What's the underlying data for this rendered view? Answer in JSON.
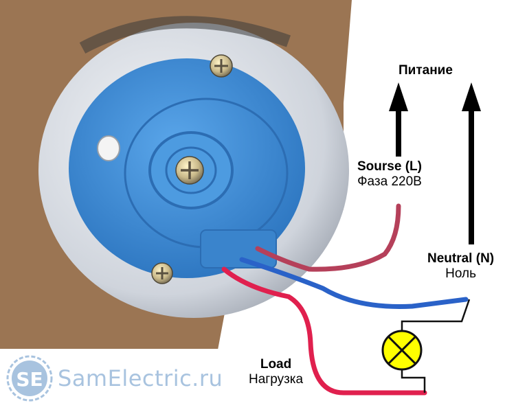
{
  "labels": {
    "power": "Питание",
    "source_title": "Sourse (L)",
    "source_sub": "Фаза 220В",
    "neutral_title": "Neutral (N)",
    "neutral_sub": "Ноль",
    "load_title": "Load",
    "load_sub": "Нагрузка"
  },
  "brand": {
    "logo_letters": "SE",
    "name": "SamElectric.ru"
  },
  "colors": {
    "cardboard": "#9b7553",
    "housing": "#d9dde4",
    "blue_plate": "#3f8fd6",
    "wire_red": "#e0204e",
    "wire_brown_red": "#b5405a",
    "wire_blue": "#2a62c8",
    "lamp_yellow": "#ffff00",
    "brand_color": "#a8c3df"
  },
  "icons": {
    "arrow": "up-arrow-icon",
    "lamp": "lamp-icon",
    "screw": "screw-icon"
  }
}
